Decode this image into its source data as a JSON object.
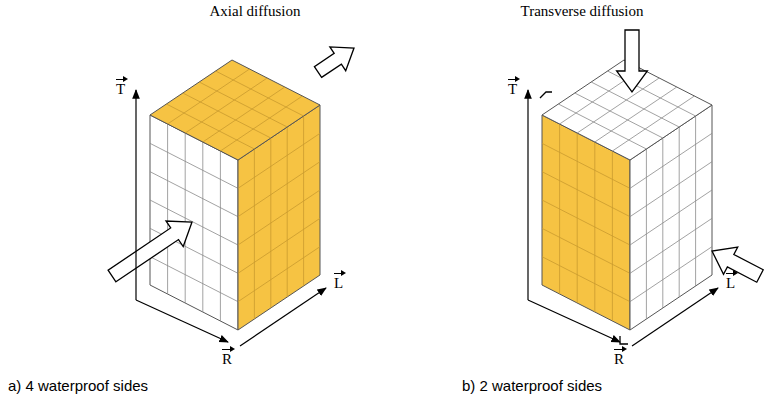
{
  "diagram": {
    "labels": [
      "Axial diffusion",
      "Transverse diffusion",
      "T",
      "R",
      "L",
      "T",
      "R",
      "L",
      "a) 4 waterproof sides",
      "b) 2 waterproof sides"
    ]
  }
}
